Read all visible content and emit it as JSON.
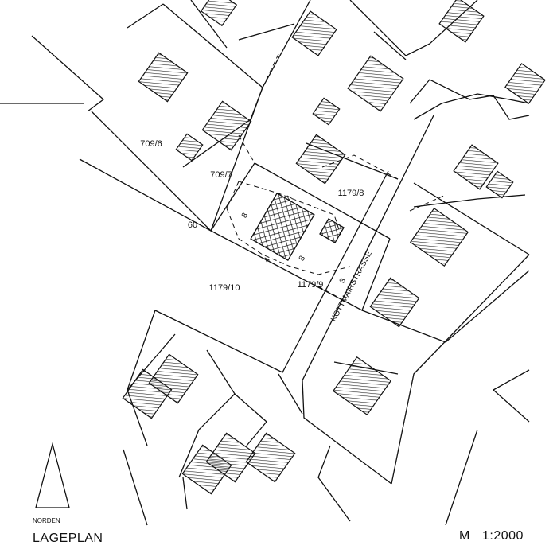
{
  "parcels": {
    "p709_6": "709/6",
    "p709_7": "709/7",
    "p60": "60",
    "p1179_8": "1179/8",
    "p1179_10": "1179/10",
    "p1179_9": "1179/9"
  },
  "street": {
    "name": "KOTTMAIRSTRASSE",
    "house_number": "3"
  },
  "dimensions": {
    "left": "8",
    "top": "4",
    "bottom": "4",
    "right": "8"
  },
  "north_arrow": {
    "label": "NORDEN"
  },
  "title": "LAGEPLAN",
  "scale": {
    "prefix": "M",
    "value": "1:2000"
  },
  "colors": {
    "ink": "#111111",
    "paper": "#ffffff"
  }
}
